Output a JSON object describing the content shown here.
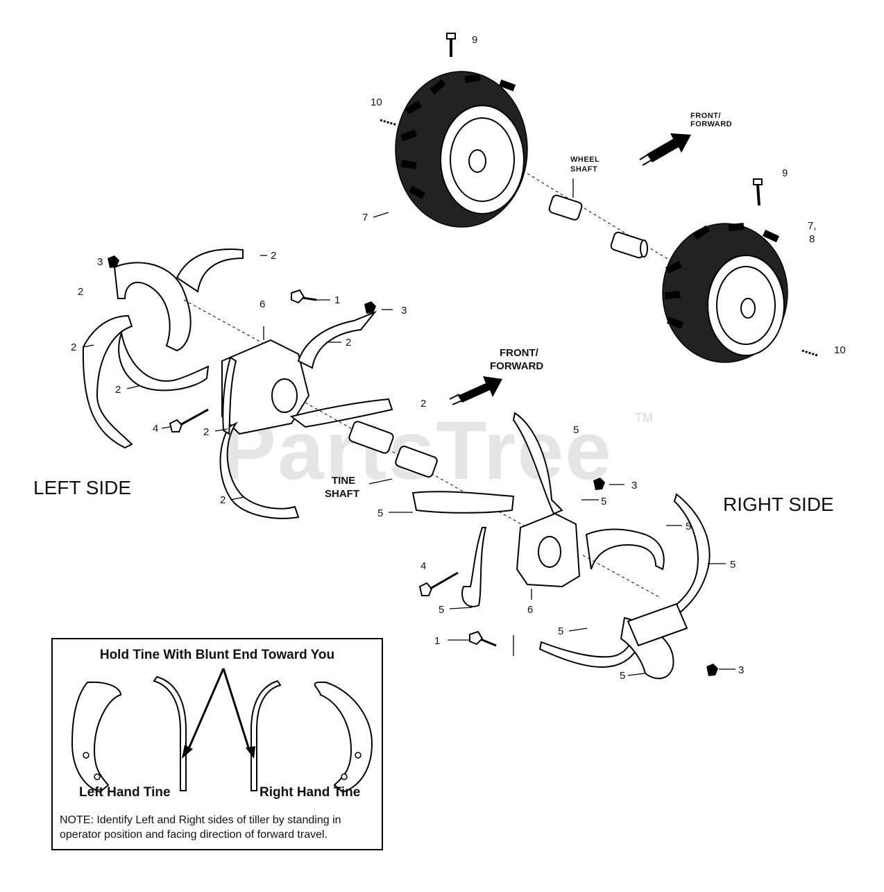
{
  "watermark": "PartsTree",
  "watermark_tm": "TM",
  "labels": {
    "front_forward_top": [
      "FRONT/",
      "FORWARD"
    ],
    "front_forward_mid": [
      "FRONT/",
      "FORWARD"
    ],
    "wheel_shaft": [
      "WHEEL",
      "SHAFT"
    ],
    "tine_shaft": [
      "TINE",
      "SHAFT"
    ],
    "left_side": "LEFT SIDE",
    "right_side": "RIGHT SIDE"
  },
  "callouts": {
    "c9_top": "9",
    "c10_top": "10",
    "c7_left": "7",
    "c9_right": "9",
    "c78_right": [
      "7,",
      "8"
    ],
    "c10_right": "10",
    "c3_ll": "3",
    "c2_a": "2",
    "c2_b": "2",
    "c1_l": "1",
    "c6_l": "6",
    "c3_l": "3",
    "c2_c": "2",
    "c2_d": "2",
    "c2_e": "2",
    "c4_l": "4",
    "c2_f": "2",
    "c2_g": "2",
    "c2_h": "2",
    "c5_a": "5",
    "c3_r": "3",
    "c5_b": "5",
    "c5_c": "5",
    "c5_d": "5",
    "c5_e": "5",
    "c4_r": "4",
    "c5_f": "5",
    "c6_r": "6",
    "c5_g": "5",
    "c1_r": "1",
    "c5_h": "5",
    "c3_rr": "3"
  },
  "legend": {
    "title": "Hold Tine With Blunt End Toward You",
    "left_label": "Left Hand Tine",
    "right_label": "Right Hand Tine",
    "note": "NOTE: Identify Left and Right sides of tiller by standing in operator position and facing direction of forward travel."
  }
}
